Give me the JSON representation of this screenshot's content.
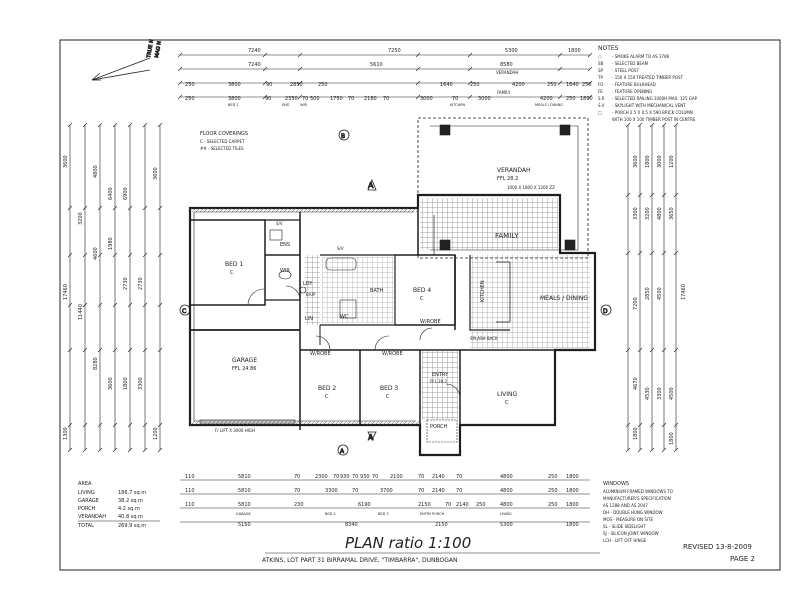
{
  "dims_top": {
    "row1": [
      "7240",
      "7250",
      "5300",
      "1800"
    ],
    "row2": [
      "7240",
      "5610",
      "8580",
      "VERANDAH"
    ],
    "row3": [
      "250",
      "3800",
      "90",
      "2850",
      "250",
      "1640",
      "250",
      "FAMILY",
      "4200",
      "250",
      "1640",
      "250"
    ],
    "row4": [
      "250",
      "3800",
      "90",
      "2350",
      "70",
      "500",
      "1750",
      "70",
      "2180",
      "70",
      "3000",
      "70",
      "3000",
      "4200",
      "250",
      "1800"
    ],
    "row4_labels": [
      "BED 1",
      "ENS",
      "WIR",
      "KITCHEN",
      "MEALS / DINING"
    ]
  },
  "dims_bottom": {
    "row1": [
      "110",
      "5810",
      "70",
      "2300",
      "70",
      "930",
      "70",
      "930",
      "70",
      "2100",
      "70",
      "2140",
      "70",
      "4800",
      "250",
      "1800"
    ],
    "row2": [
      "110",
      "5810",
      "70",
      "3300",
      "70",
      "3700",
      "70",
      "2140",
      "70",
      "4800",
      "250",
      "1800"
    ],
    "row3": [
      "110",
      "5810",
      "230",
      "6190",
      "2150",
      "70",
      "2140",
      "250",
      "4800",
      "250",
      "1800"
    ],
    "row4": [
      "5150",
      "8340",
      "2150",
      "5300",
      "1800"
    ],
    "row_labels": [
      "GARAGE",
      "BED 2",
      "BED 3",
      "ENTRY",
      "LIVING",
      "PORCH"
    ]
  },
  "dims_left": [
    "3600",
    "4800",
    "3200",
    "17460",
    "11440",
    "4600",
    "6400",
    "6900",
    "1980",
    "2730",
    "2730",
    "3600",
    "8280",
    "3600",
    "1800",
    "1300",
    "3300",
    "1200"
  ],
  "dims_right": [
    "3600",
    "1800",
    "3000",
    "1200",
    "3300",
    "3200",
    "4800",
    "3650",
    "7200",
    "2850",
    "4500",
    "4670",
    "17460",
    "1800",
    "4530",
    "3300",
    "4500",
    "1800"
  ],
  "north": {
    "label": "TRUE N",
    "mag": "MAG N"
  },
  "floor_coverings": {
    "title": "FLOOR COVERINGS",
    "items": [
      "C - SELECTED CARPET",
      "## - SELECTED TILES"
    ]
  },
  "notes": {
    "title": "NOTES",
    "items": [
      {
        "code": "○",
        "text": "- SMOKE ALARM TO AS 3786"
      },
      {
        "code": "SB",
        "text": "- SELECTED BEAM"
      },
      {
        "code": "SP",
        "text": "- STEEL POST"
      },
      {
        "code": "TP",
        "text": "- 150 X 150 TREATED TIMBER POST"
      },
      {
        "code": "FO",
        "text": "- FEATURE BULKHEAD"
      },
      {
        "code": "FE",
        "text": "- FEATURE OPENING"
      },
      {
        "code": "S.R",
        "text": "- SELECTED RAILING 1000H MAX. 125 GAP"
      },
      {
        "code": "S.V",
        "text": "- SKYLIGHT WITH MECHANICAL VENT"
      },
      {
        "code": "□",
        "text": "- PORCH 2.5 X 0.5 X 590 BRICK COLUMN"
      },
      {
        "code": "",
        "text": "WITH 100 X 100 TIMBER POST IN CENTRE"
      }
    ]
  },
  "rooms": {
    "verandah": {
      "name": "VERANDAH",
      "area": "FFL 28.2"
    },
    "family": {
      "name": "FAMILY"
    },
    "bed1": {
      "name": "BED 1",
      "floor": "C"
    },
    "ens": {
      "name": "ENS"
    },
    "wir": {
      "name": "WIR"
    },
    "bath": {
      "name": "BATH"
    },
    "bed4": {
      "name": "BED 4",
      "floor": "C"
    },
    "kitchen": {
      "name": "KITCHEN"
    },
    "meals": {
      "name": "MEALS / DINING"
    },
    "garage": {
      "name": "GARAGE",
      "area": "FFL 24.86"
    },
    "bed2": {
      "name": "BED 2",
      "floor": "C"
    },
    "bed3": {
      "name": "BED 3",
      "floor": "C"
    },
    "entry": {
      "name": "ENTRY",
      "area": "FFL 28.2"
    },
    "living": {
      "name": "LIVING",
      "floor": "C"
    },
    "porch": {
      "name": "PORCH"
    },
    "ldy": {
      "name": "LDY"
    },
    "wc": {
      "name": "WC"
    },
    "lin": {
      "name": "LIN"
    }
  },
  "wall_labels": [
    "W/ROBE",
    "W/ROBE",
    "W/ROBE",
    "SPLASH BACK",
    "1000 X 1800 X 1200 ZZ",
    "B/UP",
    "S/V",
    "S/V",
    "F/ LIFT X 3000 HIGH"
  ],
  "section_markers": [
    "A",
    "B",
    "C",
    "D",
    "A",
    "A"
  ],
  "area": {
    "title": "AREA",
    "rows": [
      {
        "label": "LIVING",
        "value": "186.7 sq.m"
      },
      {
        "label": "GARAGE",
        "value": "38.2 sq.m"
      },
      {
        "label": "PORCH",
        "value": "4.2 sq.m"
      },
      {
        "label": "VERANDAH",
        "value": "40.8 sq.m"
      },
      {
        "label": "TOTAL",
        "value": "269.9 sq.m"
      }
    ]
  },
  "title": "PLAN  ratio 1:100",
  "address": "ATKINS, LOT PART 31 BIRRAMAL DRIVE, \"TIMBARRA\", DUNBOGAN",
  "revised": "REVISED 13-8-2009",
  "page": "PAGE 2",
  "windows": {
    "title": "WINDOWS",
    "items": [
      "ALUMINIUM FRAMED WINDOWS TO",
      "MANUFACTURER'S SPECIFICATION",
      "AS 1288 AND AS 2047",
      "DH  - DOUBLE HUNG WINDOW",
      "MOS - MEASURE ON SITE",
      "SL  - SLIDE SIDELIGHT",
      "SJ  - SILICON JOINT WINDOW",
      "LCH - LIFT OFF HINGE"
    ]
  },
  "colors": {
    "ink": "#1e1e1e",
    "paper": "#ffffff",
    "hatch": "#555555"
  }
}
